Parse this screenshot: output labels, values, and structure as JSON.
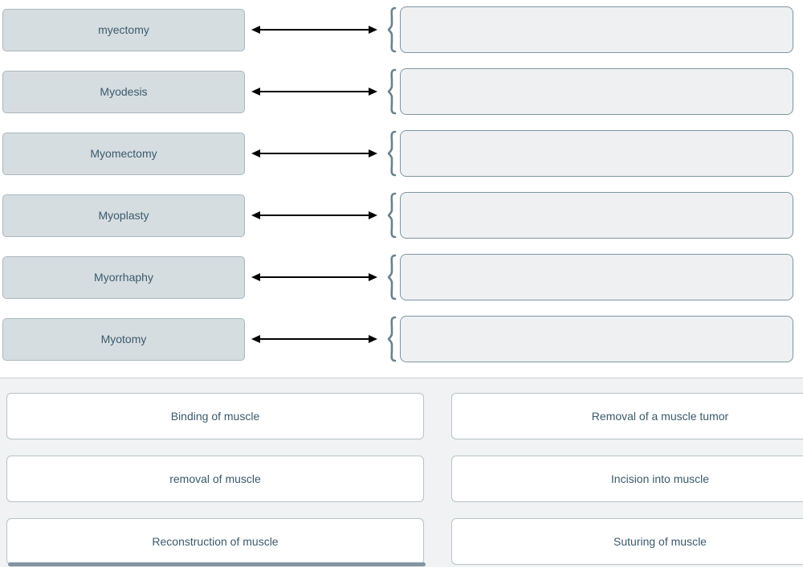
{
  "matching": {
    "rows": [
      {
        "term": "myectomy"
      },
      {
        "term": "Myodesis"
      },
      {
        "term": "Myomectomy"
      },
      {
        "term": "Myoplasty"
      },
      {
        "term": "Myorrhaphy"
      },
      {
        "term": "Myotomy"
      }
    ],
    "drop_zone_value": ""
  },
  "options": {
    "items": [
      {
        "label": "Binding of muscle"
      },
      {
        "label": "Removal of a muscle tumor"
      },
      {
        "label": "removal of muscle"
      },
      {
        "label": "Incision into muscle"
      },
      {
        "label": "Reconstruction of muscle"
      },
      {
        "label": "Suturing of muscle"
      }
    ]
  },
  "colors": {
    "term_box_bg": "#d6dde0",
    "term_box_border": "#a8b7be",
    "drop_zone_bg": "#eef0f2",
    "drop_zone_border": "#8096a2",
    "brace": "#69828f",
    "arrow": "#000000",
    "options_bg": "#f0f2f3",
    "card_border": "#b7c3c9",
    "text": "#3a5a6c",
    "scrollbar": "#8295a3"
  }
}
